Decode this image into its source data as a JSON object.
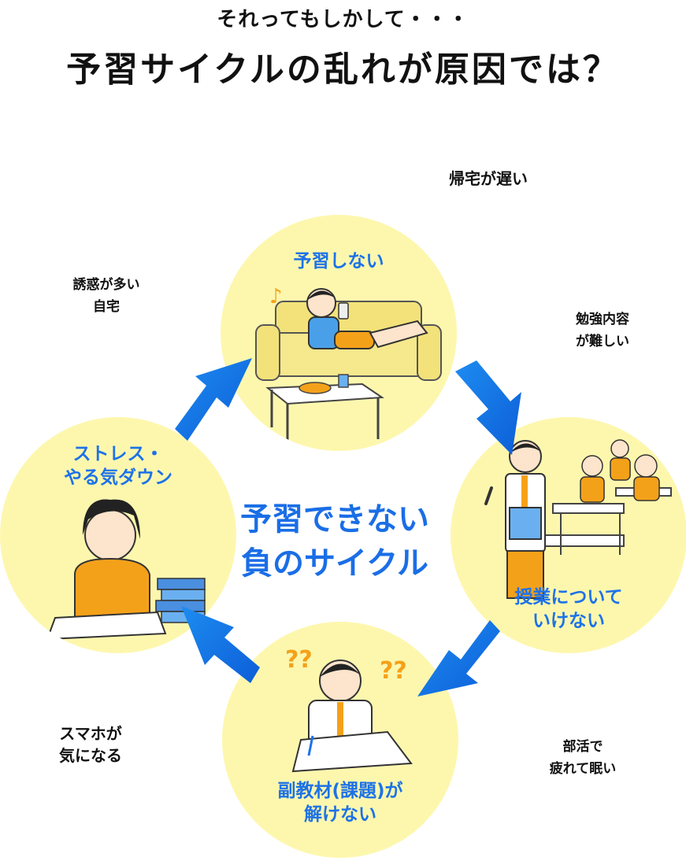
{
  "header": {
    "subtitle": "それってもしかして・・・",
    "title": "予習サイクルの乱れが原因では？"
  },
  "cycle": {
    "center_label": "予習できない\n負のサイクル",
    "nodes": [
      {
        "label": "予習しない"
      },
      {
        "label": "授業について\nいけない"
      },
      {
        "label": "副教材(課題)が\n解けない"
      },
      {
        "label": "ストレス・\nやる気ダウン"
      }
    ]
  },
  "causes": [
    {
      "text": "帰宅が遅い"
    },
    {
      "text": "誘惑が多い\n自宅"
    },
    {
      "text": "勉強内容\nが難しい"
    },
    {
      "text": "スマホが\n気になる"
    },
    {
      "text": "部活で\n疲れて眠い"
    }
  ],
  "colors": {
    "circle_fill": "#fdf7ae",
    "accent_blue": "#1d72e8",
    "arrow_blue": "#1a6ee6",
    "uniform_orange": "#f4a11a"
  },
  "icons": [
    "sofa-illustration",
    "classroom-illustration",
    "confused-student-illustration",
    "stressed-student-illustration",
    "cycle-arrow-icon"
  ]
}
